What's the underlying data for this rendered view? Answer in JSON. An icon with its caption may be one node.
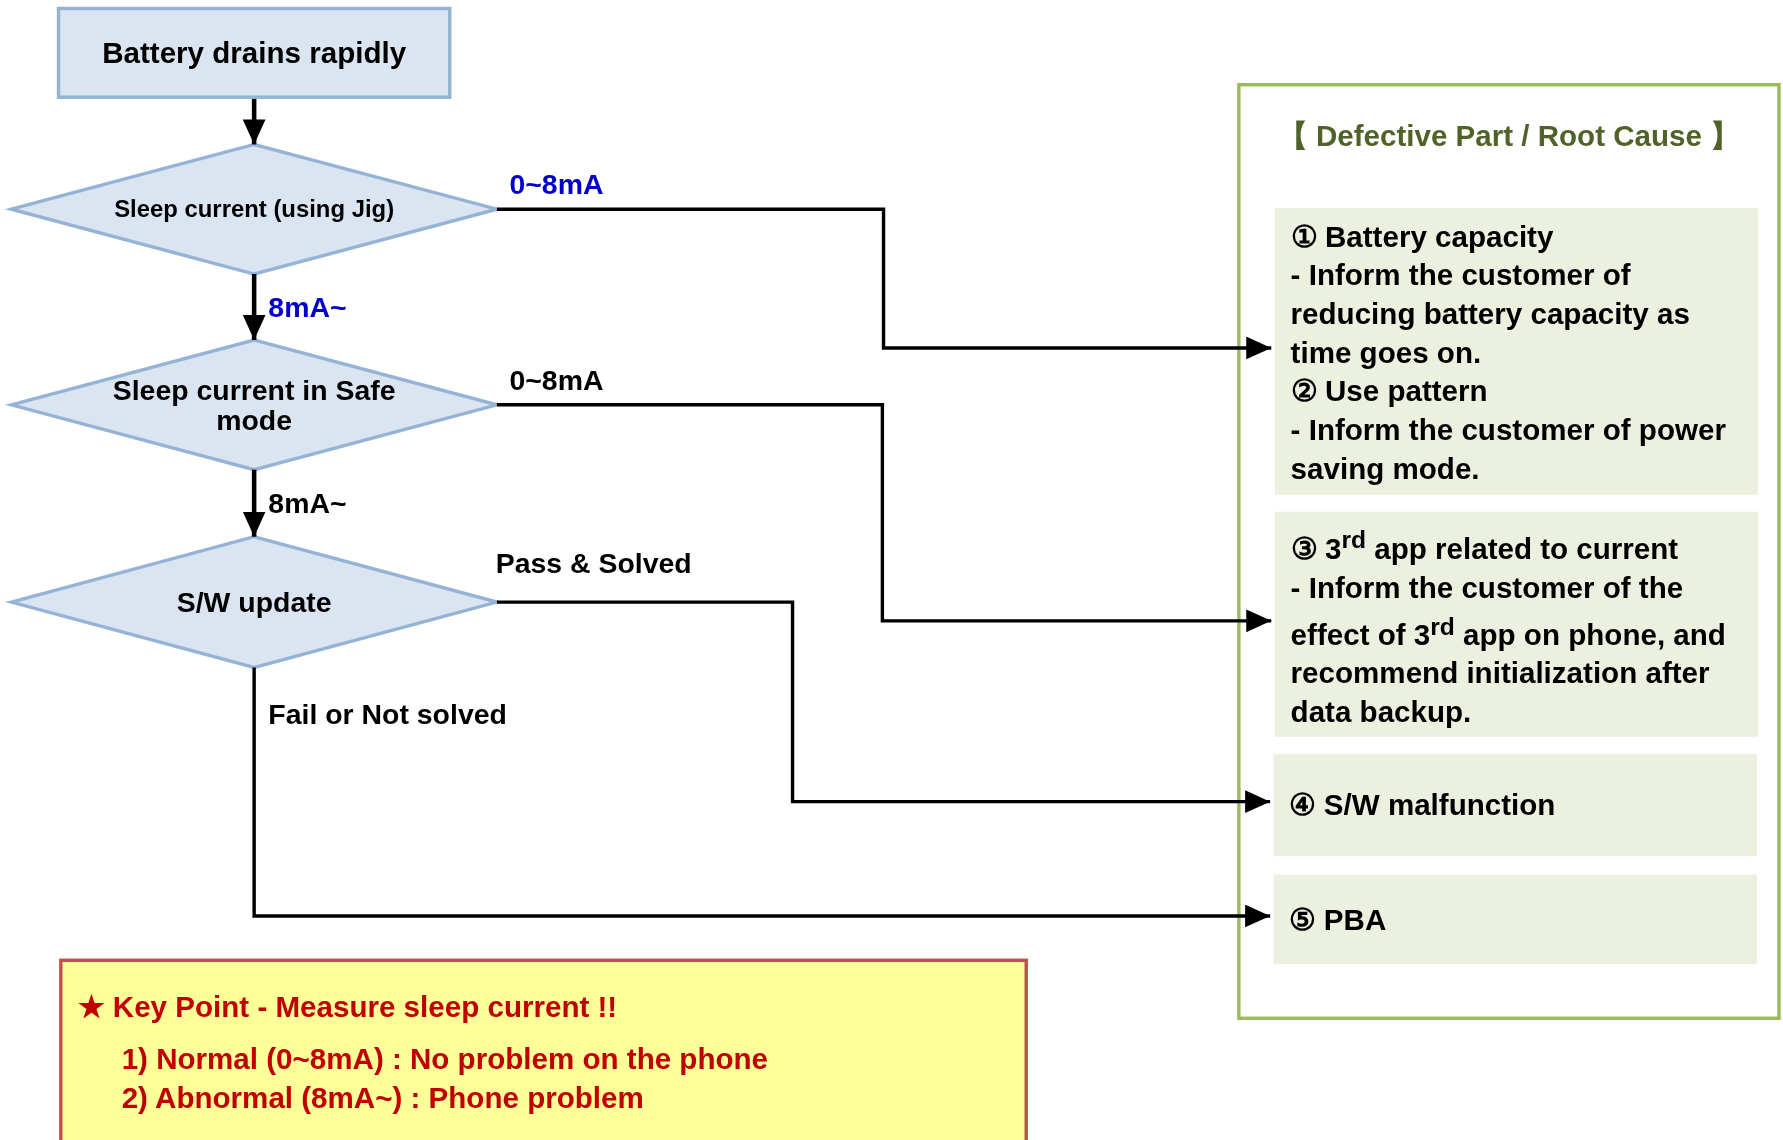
{
  "diagram": {
    "nodes": [
      {
        "text": [
          "Battery drains rapidly"
        ]
      },
      {
        "text": [
          "Sleep current (using Jig)"
        ]
      },
      {
        "text": [
          "Sleep current in Safe mode"
        ]
      },
      {
        "text": [
          "S/W update"
        ]
      },
      {
        "text": [
          "【 Defective Part / Root Cause 】"
        ]
      },
      {
        "text": [
          "① Battery capacity",
          "- Inform the customer of reducing battery capacity as time goes on.",
          "② Use pattern",
          "- Inform the customer of power saving mode."
        ],
        "in": 4
      },
      {
        "text": [
          "③ 3$^{rd}$ app related to current",
          "- Inform the customer of the effect of 3$^{rd}$ app on phone, and recommend initialization after data backup."
        ],
        "in": 4
      },
      {
        "text": [
          "④ S/W malfunction"
        ],
        "in": 4
      },
      {
        "text": [
          "⑤ PBA"
        ],
        "in": 4
      },
      {
        "text": [
          "★ Key Point - Measure sleep current !!",
          "1) Normal (0~8mA) : No problem on the phone",
          "2) Abnormal (8mA~) : Phone problem"
        ]
      }
    ],
    "edges": [
      {
        "from": 0,
        "to": 1,
        "arrow": "to"
      },
      {
        "from": 1,
        "to": 5,
        "arrow": "to",
        "label": "0~8mA"
      },
      {
        "from": 1,
        "to": 2,
        "arrow": "to",
        "label": "8mA~"
      },
      {
        "from": 2,
        "to": 6,
        "arrow": "to",
        "label": "0~8mA"
      },
      {
        "from": 2,
        "to": 3,
        "arrow": "to",
        "label": "8mA~"
      },
      {
        "from": 3,
        "to": 7,
        "arrow": "to",
        "label": "Pass & Solved"
      },
      {
        "from": 3,
        "to": 8,
        "arrow": "to",
        "label": "Fail or Not solved"
      }
    ]
  }
}
